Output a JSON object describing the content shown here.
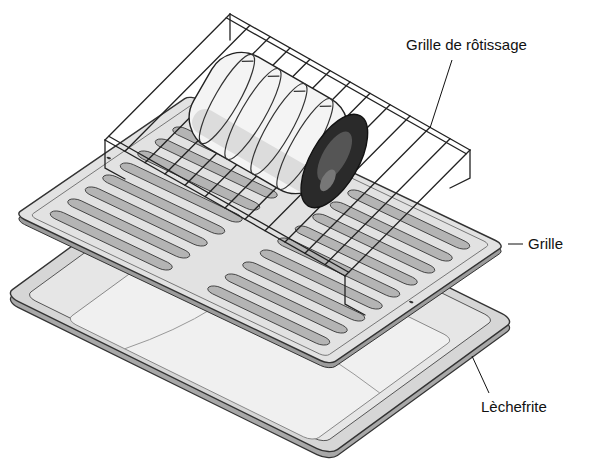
{
  "diagram": {
    "labels": [
      "Grille de rôtissage",
      "Grille",
      "Lèchefrite"
    ]
  }
}
